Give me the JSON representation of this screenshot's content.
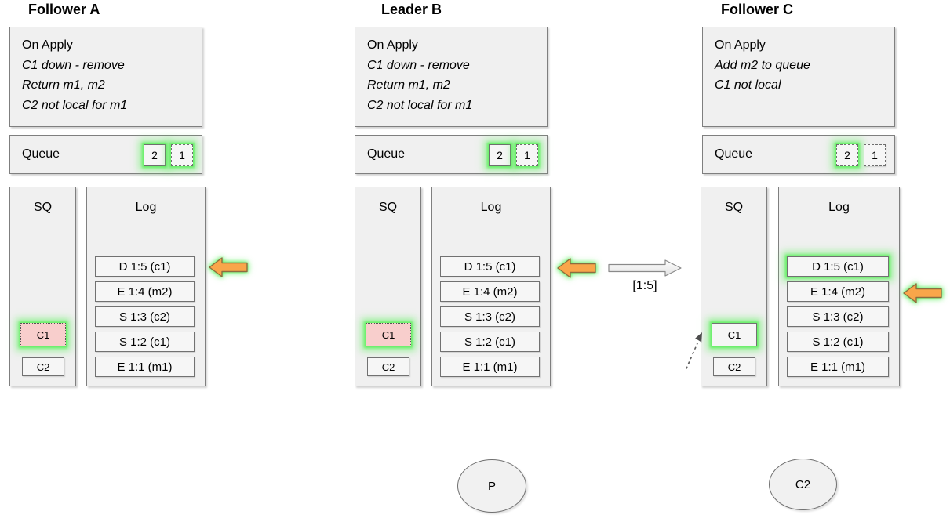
{
  "colors": {
    "highlight_glow": "#62f062",
    "arrow_fill": "#f9a64a",
    "arrow_stroke": "#8c6d3f",
    "removed_fill": "#f8cecc",
    "box_fill": "#f0f0f0",
    "box_border": "#7f7f7f"
  },
  "nodes": [
    {
      "title": "Follower A",
      "notes_header": "On Apply",
      "notes_lines": [
        "C1 down - remove",
        "Return m1, m2",
        "C2 not local for m1"
      ],
      "queue_label": "Queue",
      "queue_items": [
        "2",
        "1"
      ],
      "sq_label": "SQ",
      "sq_items": [
        "C1",
        "C2"
      ],
      "log_label": "Log",
      "log_entries": [
        "D 1:5 (c1)",
        "E 1:4 (m2)",
        "S 1:3 (c2)",
        "S 1:2 (c1)",
        "E 1:1 (m1)"
      ]
    },
    {
      "title": "Leader B",
      "notes_header": "On Apply",
      "notes_lines": [
        "C1 down - remove",
        "Return m1, m2",
        "C2 not local for m1"
      ],
      "queue_label": "Queue",
      "queue_items": [
        "2",
        "1"
      ],
      "sq_label": "SQ",
      "sq_items": [
        "C1",
        "C2"
      ],
      "log_label": "Log",
      "log_entries": [
        "D 1:5 (c1)",
        "E 1:4 (m2)",
        "S 1:3 (c2)",
        "S 1:2 (c1)",
        "E 1:1 (m1)"
      ]
    },
    {
      "title": "Follower C",
      "notes_header": "On Apply",
      "notes_lines": [
        "Add m2 to queue",
        "C1 not local"
      ],
      "queue_label": "Queue",
      "queue_items": [
        "2",
        "1"
      ],
      "sq_label": "SQ",
      "sq_items": [
        "C1",
        "C2"
      ],
      "log_label": "Log",
      "log_entries": [
        "D 1:5 (c1)",
        "E 1:4 (m2)",
        "S 1:3 (c2)",
        "S 1:2 (c1)",
        "E 1:1 (m1)"
      ]
    }
  ],
  "transfer_label": "[1:5]",
  "actors": [
    "P",
    "C2"
  ]
}
